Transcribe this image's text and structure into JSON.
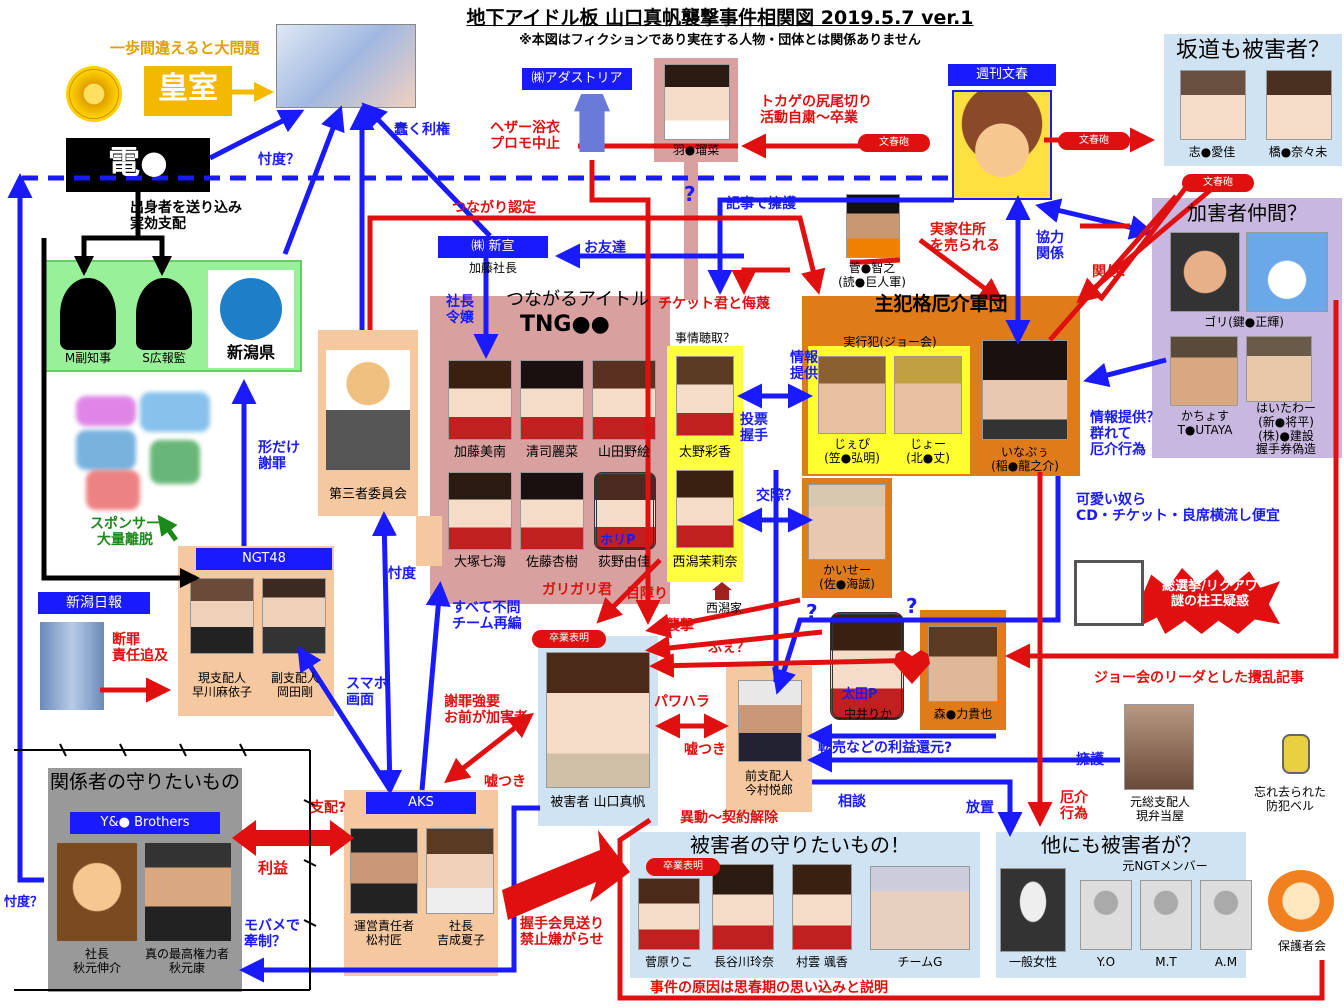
{
  "title": "地下アイドル板 山口真帆襲撃事件相関図 2019.5.7 ver.1",
  "disclaimer": "※本図はフィクションであり実在する人物・団体とは関係ありません",
  "colors": {
    "red": "#e01010",
    "blue": "#1a1aff",
    "orange": "#e07b1a",
    "pink": "#d4a0a0",
    "peach": "#f6c8a0",
    "yellow": "#ffff30",
    "green": "#88ee88",
    "lavender": "#c8b8e0",
    "lightblue": "#cfe3f3"
  },
  "imperial": {
    "label": "皇室",
    "note": "一歩間違えると大問題"
  },
  "denX": {
    "label": "電●",
    "note": "出身者を送り込み\n実効支配"
  },
  "niigata_pref": {
    "officials": [
      "M副知事",
      "S広報監"
    ],
    "pref": "新潟県"
  },
  "sponsors": {
    "label": "スポンサー\n大量離脱"
  },
  "third_party": "第三者委員会",
  "niigata_nippo": {
    "label": "新潟日報",
    "note": "断罪\n責任追及"
  },
  "ngt48": {
    "label": "NGT48",
    "people": [
      "現支配人\n早川麻依子",
      "副支配人\n岡田剛"
    ]
  },
  "shinsen": {
    "label": "㈱ 新宣",
    "sub": "加藤社長"
  },
  "adastria": {
    "label": "㈱アダストリア",
    "note": "ヘザー浴衣\nプロモ中止"
  },
  "bunshun": {
    "label": "週刊文春",
    "badge": "文春砲"
  },
  "sakamichi": {
    "label": "坂道も被害者？",
    "people": [
      "志●愛佳",
      "橋●奈々未"
    ]
  },
  "hane": {
    "name": "羽●瑠菜",
    "note": "トカゲの尻尾切り\n活動自粛～卒業"
  },
  "suga": "菅●智之\n(読●巨人軍)",
  "perps_friends": {
    "label": "加害者仲間？",
    "people": [
      "ゴリ(鍵●正輝)",
      "かちょす\nT●UTAYA",
      "はいたわー\n(新●将平)\n(株)●建設\n握手券偽造"
    ]
  },
  "tng": {
    "label": "つながるアイトル",
    "name": "TNG●●",
    "members": [
      "加藤美南",
      "清司麗菜",
      "山田野絵",
      "大塚七海",
      "佐藤杏樹",
      "荻野由佳"
    ],
    "hori": "ホリP"
  },
  "yellow_group": {
    "label": "事情聴取？",
    "members": [
      "太野彩香",
      "西潟茉莉奈"
    ],
    "house": "西潟家"
  },
  "syuhan": {
    "label": "主犯格厄介軍団",
    "sub": "実行犯(ジョー会)",
    "people": [
      "じぇぴ\n(笠●弘明)",
      "じょー\n(北●丈)",
      "いなぷぅ\n(稲●龍之介)",
      "かいせー\n(佐●海誠)",
      "森●力貴也"
    ]
  },
  "nakai": {
    "name": "中井りか",
    "tag": "太田P"
  },
  "victim": {
    "name": "被害者 山口真帆",
    "badge": "卒業表明"
  },
  "former_mgr": "前支配人\n今村悦郎",
  "old_mgr": "元総支配人\n現弁当屋",
  "bell": "忘れ去られた\n防犯ベル",
  "aks": {
    "label": "AKS",
    "people": [
      "運営責任者\n松村匠",
      "社長\n吉成夏子"
    ]
  },
  "yandb": {
    "label": "Y&● Brothers",
    "people": [
      "社長\n秋元伸介",
      "真の最高権力者\n秋元康"
    ]
  },
  "protect_staff": "関係者の守りたいもの",
  "protect_victim": {
    "title": "被害者の守りたいもの！",
    "badge": "卒業表明",
    "people": [
      "菅原りこ",
      "長谷川玲奈",
      "村雲 颯香",
      "チームG"
    ]
  },
  "others": {
    "title": "他にも被害者が？",
    "sub": "元NGTメンバー",
    "people": [
      "一般女性",
      "Y.O",
      "M.T",
      "A.M"
    ]
  },
  "protector": "保護者会",
  "ballot": "総選挙/リクアワ\n謎の柱王疑惑",
  "notes": {
    "tsunagari": "つながり認定",
    "okyaku": "お友達",
    "kiji": "記事で擁護",
    "ticket": "チケット君と侮蔑",
    "jikka": "実家住所\nを売られる",
    "kyoryoku": "協力\n関係",
    "kanyo": "関与？",
    "joho": "情報提供？\n群れて\n厄介行為",
    "joho2": "情報\n提供",
    "tohyo": "投票\n握手",
    "koukan": "交際？",
    "kawaii": "可愛い奴ら\nCD・チケット・良席横流し便宜",
    "joekai": "ジョー会のリーダとした攪乱記事",
    "tenbai": "転売などの利益還元?",
    "yougo": "擁護",
    "soudan": "相談",
    "hochi": "放置",
    "yakkai": "厄介\n行為",
    "garigari": "ガリガリ君",
    "meza": "目障り",
    "shugeki": "襲撃",
    "fue": "ふぇ？",
    "pawahara": "パワハラ",
    "usotsuki": "嘘つき",
    "usotsuki2": "嘘つき",
    "ihen": "異動～契約解除",
    "shazai": "謝罪強要\nお前が加害者",
    "subete": "すべて不問\nチーム再編",
    "sumaho": "スマホ\n画面",
    "sontaku": "忖度",
    "sontaku2": "忖度？",
    "sontaku3": "忖度？",
    "katachi": "形だけ\n謝罪",
    "shacho": "社長\n令嬢",
    "shihai": "支配?",
    "rieki": "利益",
    "mobame": "モバメで\n牽制？",
    "akushu": "握手会見送り\n禁止嫌がらせ",
    "genin": "事件の原因は思春期の思い込みと説明",
    "kuiken": "蠢く利権"
  }
}
